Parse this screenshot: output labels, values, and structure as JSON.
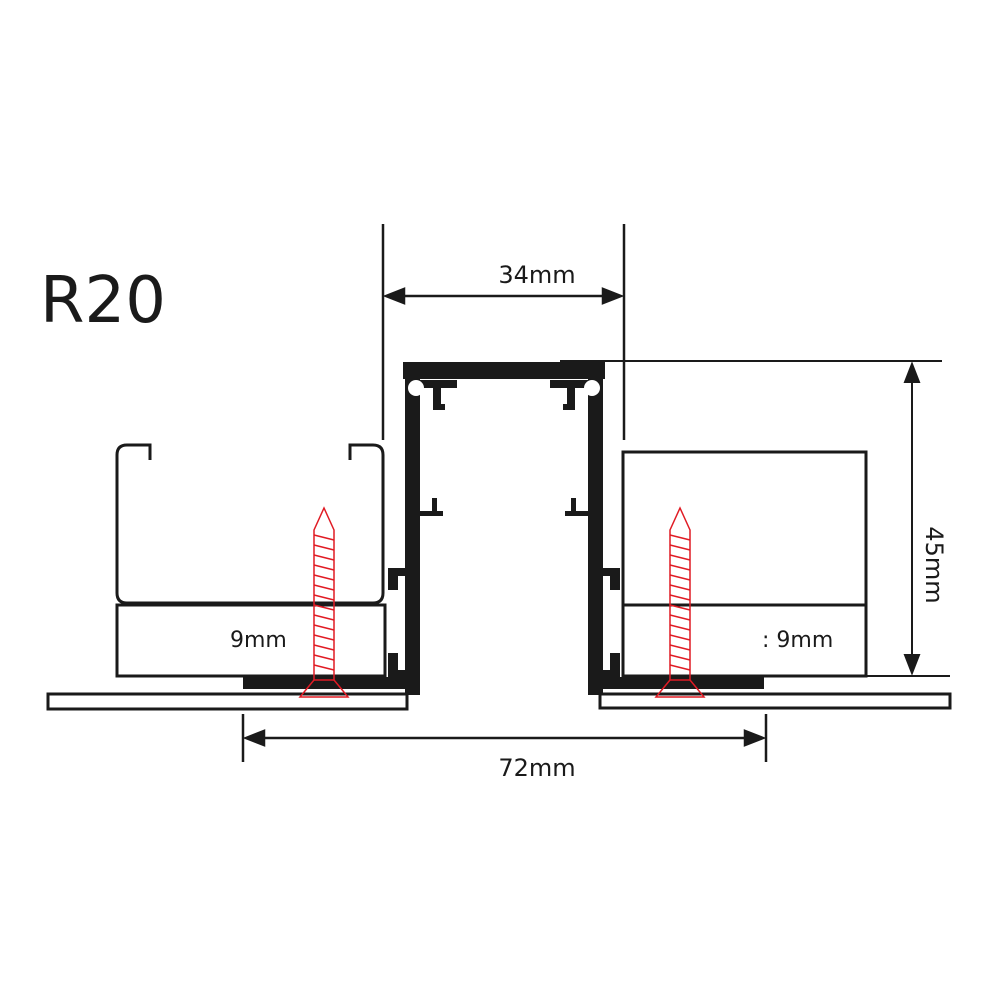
{
  "title": "R20",
  "dimensions": {
    "top_width": "34mm",
    "height": "45mm",
    "base_width": "72mm",
    "left_board": "9mm",
    "right_board": ": 9mm"
  },
  "colors": {
    "line": "#1a1a1a",
    "screw": "#e01b24"
  }
}
